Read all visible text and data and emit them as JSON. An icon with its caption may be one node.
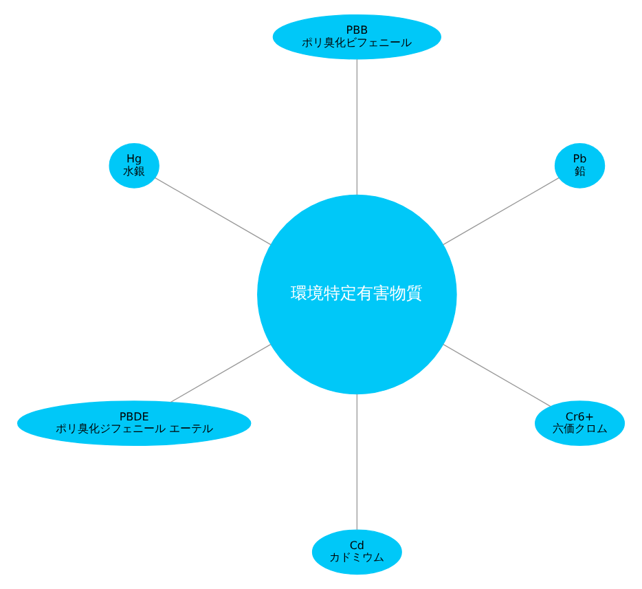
{
  "diagram": {
    "nodes": [
      {
        "text": [
          "Pb",
          "鉛"
        ]
      },
      {
        "text": [
          "PBB",
          "ポリ臭化ビフェニール"
        ]
      },
      {
        "text": [
          "Hg",
          "水銀"
        ]
      },
      {
        "text": [
          "環境特定有害物質"
        ]
      },
      {
        "text": [
          "PBDE",
          "ポリ臭化ジフェニール エーテル"
        ]
      },
      {
        "text": [
          "Cd",
          "カドミウム"
        ]
      },
      {
        "text": [
          "Cr6+",
          "六価クロム"
        ]
      }
    ],
    "edges": [
      {
        "from": 3,
        "to": 0,
        "arrow": "none"
      },
      {
        "from": 3,
        "to": 1,
        "arrow": "none"
      },
      {
        "from": 3,
        "to": 2,
        "arrow": "none"
      },
      {
        "from": 3,
        "to": 4,
        "arrow": "none"
      },
      {
        "from": 3,
        "to": 5,
        "arrow": "none"
      },
      {
        "from": 3,
        "to": 6,
        "arrow": "none"
      }
    ]
  }
}
